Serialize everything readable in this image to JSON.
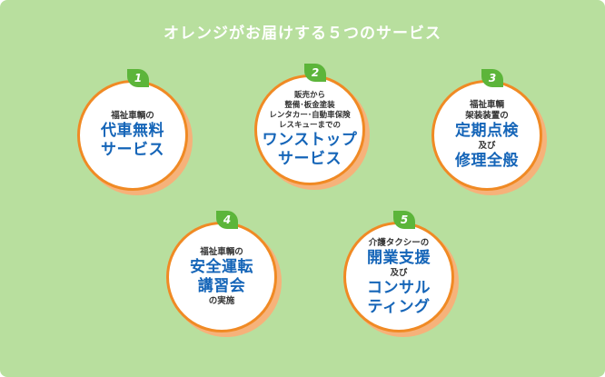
{
  "title": "オレンジがお届けする５つのサービス",
  "services": [
    {
      "num": "1",
      "pre": [
        "福祉車輌の"
      ],
      "main": [
        "代車無料",
        "サービス"
      ],
      "mid": "",
      "main2": [],
      "post": ""
    },
    {
      "num": "2",
      "pre": [
        "販売から",
        "整備･板金塗装",
        "レンタカー･自動車保険",
        "レスキューまでの"
      ],
      "main": [
        "ワンストップ",
        "サービス"
      ],
      "mid": "",
      "main2": [],
      "post": ""
    },
    {
      "num": "3",
      "pre": [
        "福祉車輌",
        "架装装置の"
      ],
      "main": [
        "定期点検"
      ],
      "mid": "及び",
      "main2": [
        "修理全般"
      ],
      "post": ""
    },
    {
      "num": "4",
      "pre": [
        "福祉車輌の"
      ],
      "main": [
        "安全運転",
        "講習会"
      ],
      "mid": "",
      "main2": [],
      "post": "の実施"
    },
    {
      "num": "5",
      "pre": [
        "介護タクシーの"
      ],
      "main": [
        "開業支援"
      ],
      "mid": "及び",
      "main2": [
        "コンサル",
        "ティング"
      ],
      "post": ""
    }
  ]
}
